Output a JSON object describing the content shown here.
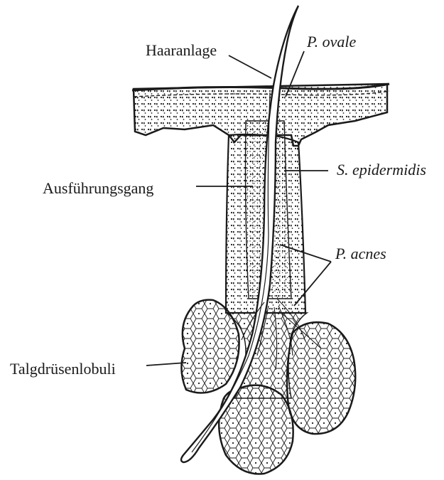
{
  "labels": {
    "haaranlage": "Haaranlage",
    "p_ovale": "P. ovale",
    "s_epidermidis": "S. epidermidis",
    "ausfuehrungsgang": "Ausführungsgang",
    "p_acnes": "P. acnes",
    "talgdruesenlobuli": "Talgdrüsenlobuli"
  },
  "colors": {
    "ink": "#1a1a1a",
    "paper": "#ffffff"
  }
}
